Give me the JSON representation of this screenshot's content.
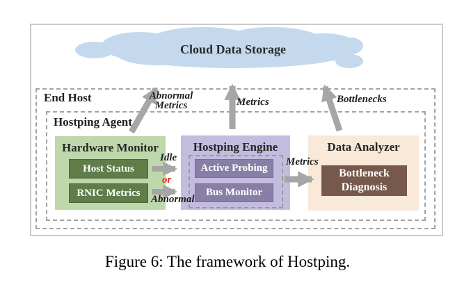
{
  "caption": "Figure 6: The framework of Hostping.",
  "cloud": {
    "label": "Cloud Data Storage"
  },
  "end_host": {
    "label": "End Host"
  },
  "hostping_agent": {
    "label": "Hostping Agent"
  },
  "modules": {
    "hardware_monitor": {
      "title": "Hardware Monitor",
      "items": [
        "Host Status",
        "RNIC Metrics"
      ]
    },
    "hostping_engine": {
      "title": "Hostping Engine",
      "items": [
        "Active Probing",
        "Bus Monitor"
      ]
    },
    "data_analyzer": {
      "title": "Data Analyzer",
      "diagnosis": "Bottleneck\nDiagnosis"
    }
  },
  "flow_labels": {
    "abnormal_metrics": "Abnormal\nMetrics",
    "metrics_up": "Metrics",
    "bottlenecks": "Bottlenecks",
    "idle": "Idle",
    "or": "or",
    "abnormal": "Abnormal",
    "metrics_mid": "Metrics"
  },
  "colors": {
    "cloud_blue": "#c5d9ee",
    "hardware_monitor_bg": "#bed8ab",
    "hardware_chip": "#5f7c49",
    "engine_bg": "#c3bcde",
    "engine_chip": "#887fa7",
    "analyzer_bg": "#f8e9d8",
    "diagnosis_chip": "#76594a",
    "arrow_gray": "#a6a6a6",
    "dashed_gray": "#a3a3a3",
    "or_red": "#e8271c"
  }
}
